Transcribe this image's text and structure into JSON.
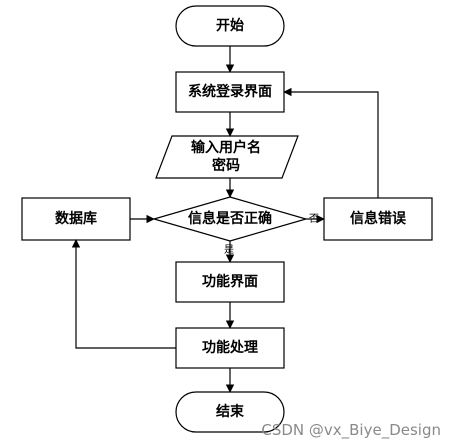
{
  "nodes": {
    "start": "开始",
    "login": "系统登录界面",
    "input": "输入用户名\n密码",
    "decision": "信息是否正确",
    "database": "数据库",
    "error": "信息错误",
    "function_ui": "功能界面",
    "processing": "功能处理",
    "end": "结束"
  },
  "edges": {
    "no_label": "否",
    "yes_label": "是"
  },
  "watermark": "CSDN @vx_Biye_Design"
}
